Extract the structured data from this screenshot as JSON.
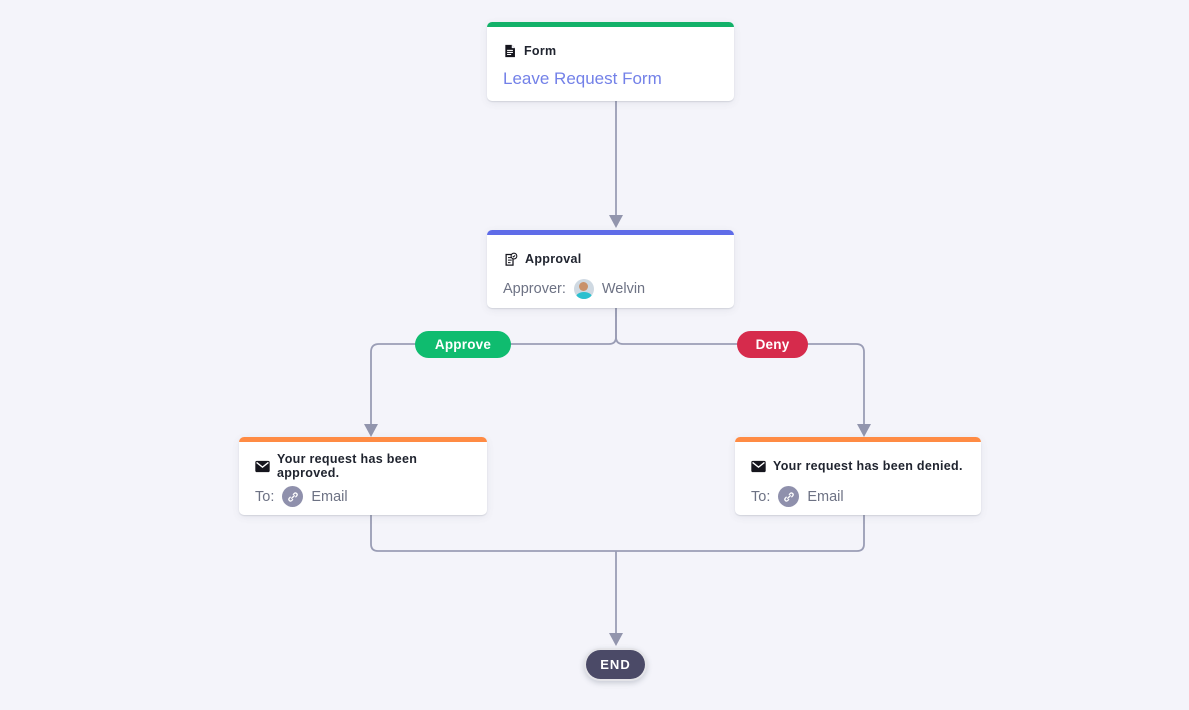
{
  "canvas": {
    "background": "#f4f4fa",
    "wire_color": "#9a9db5"
  },
  "nodes": {
    "form": {
      "type_label": "Form",
      "title": "Leave Request Form",
      "accent_color": "#13b169",
      "title_color": "#7381e8"
    },
    "approval": {
      "type_label": "Approval",
      "approver_label": "Approver:",
      "approver_name": "Welvin",
      "accent_color": "#5f6ce8"
    },
    "email_approved": {
      "subject": "Your request has been approved.",
      "to_label": "To:",
      "recipient": "Email",
      "accent_color": "#ff8b44"
    },
    "email_denied": {
      "subject": "Your request has been denied.",
      "to_label": "To:",
      "recipient": "Email",
      "accent_color": "#ff8b44"
    }
  },
  "branches": {
    "approve_label": "Approve",
    "approve_color": "#0fbc6f",
    "deny_label": "Deny",
    "deny_color": "#d62b4c"
  },
  "end": {
    "label": "END",
    "color": "#4b4a67"
  }
}
